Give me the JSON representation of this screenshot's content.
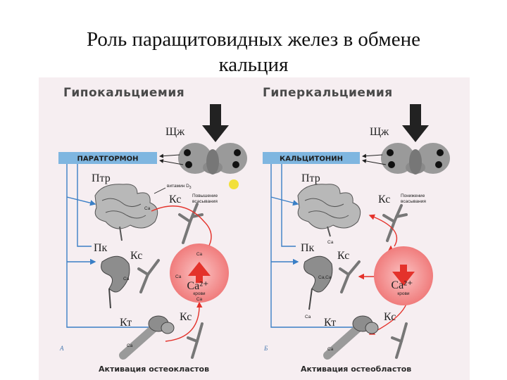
{
  "title": {
    "line1": "Роль паращитовидных желез в обмене",
    "line2": "кальция"
  },
  "panels": {
    "left": {
      "header": "Гипокальциемия",
      "gland_label": "Щж",
      "hormone": "ПАРАТГОРМОН",
      "gut_label": "Птр",
      "vitamin": "витамин D",
      "vitamin_sub": "3",
      "gut_effect_line1": "Повышение",
      "gut_effect_line2": "всасывания",
      "ks_top": "Кс",
      "kidney_label": "Пк",
      "ks_mid": "Кс",
      "bone_label": "Кт",
      "ks_bottom": "Кс",
      "gut_ca": "Ca",
      "kidney_ca": "Ca",
      "bone_ca": "Ca",
      "blood_ca_top": "Ca",
      "blood_ca_left": "Ca",
      "blood_ion": "Ca²⁺",
      "blood_word": "крови",
      "blood_ca_bottom": "Ca",
      "footer": "Активация остеокластов",
      "letter": "А"
    },
    "right": {
      "header": "Гиперкальциемия",
      "gland_label": "Щж",
      "hormone": "КАЛЬЦИТОНИН",
      "gut_label": "Птр",
      "gut_effect_line1": "Понижение",
      "gut_effect_line2": "всасывания",
      "ks_top": "Кс",
      "gut_ca": "Ca",
      "kidney_label": "Пк",
      "ks_mid": "Кс",
      "kidney_ca": "Ca,Ca",
      "kidney_ca_bottom": "Ca",
      "bone_label": "Кт",
      "ks_bottom": "Кс",
      "bone_ca": "Ca",
      "blood_ion": "Ca²⁺",
      "blood_word": "крови",
      "footer": "Активация остеобластов",
      "letter": "Б"
    }
  },
  "colors": {
    "hormone_box": "#7fb6e0",
    "blood_pool": "#f48a8a",
    "arrows_blue": "#3a7fc6",
    "arrows_red": "#e4322b",
    "vitamin_dot": "#f2e03a",
    "background": "#f6eef1"
  }
}
